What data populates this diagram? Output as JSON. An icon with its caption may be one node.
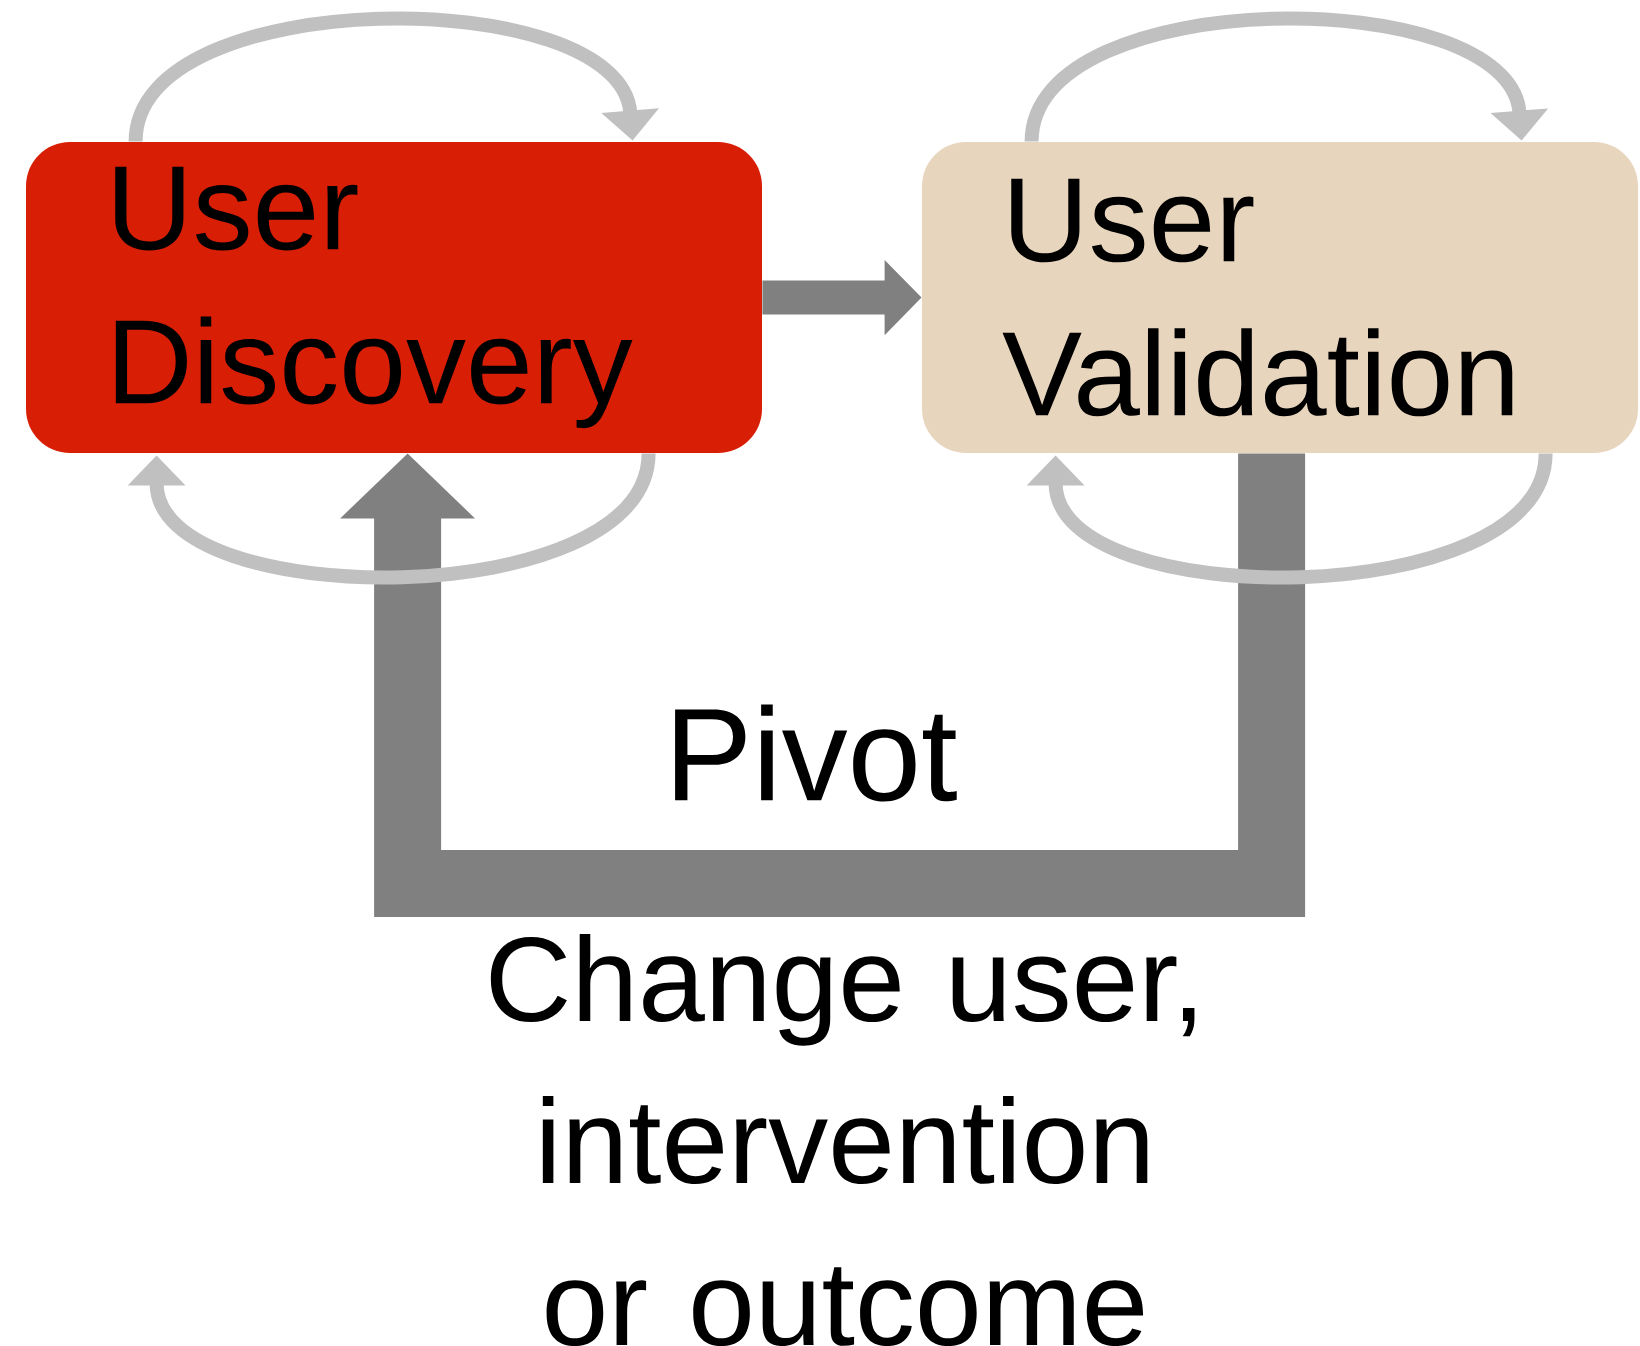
{
  "diagram": {
    "nodes": [
      {
        "text": [
          "User Discovery"
        ]
      },
      {
        "text": [
          "User Validation"
        ]
      }
    ],
    "edges": [
      {
        "from": 0,
        "to": 1,
        "arrow": "to",
        "style": "thick",
        "color": "#808080"
      },
      {
        "from": 1,
        "to": 0,
        "arrow": "to",
        "label": "Pivot",
        "style": "thick",
        "color": "#808080"
      },
      {
        "from": 0,
        "to": 0,
        "arrow": "to"
      },
      {
        "from": 0,
        "to": 0,
        "arrow": "to"
      },
      {
        "from": 1,
        "to": 1,
        "arrow": "to"
      },
      {
        "from": 1,
        "to": 1,
        "arrow": "to"
      }
    ],
    "labels": [
      "Change user, intervention or outcome"
    ]
  }
}
